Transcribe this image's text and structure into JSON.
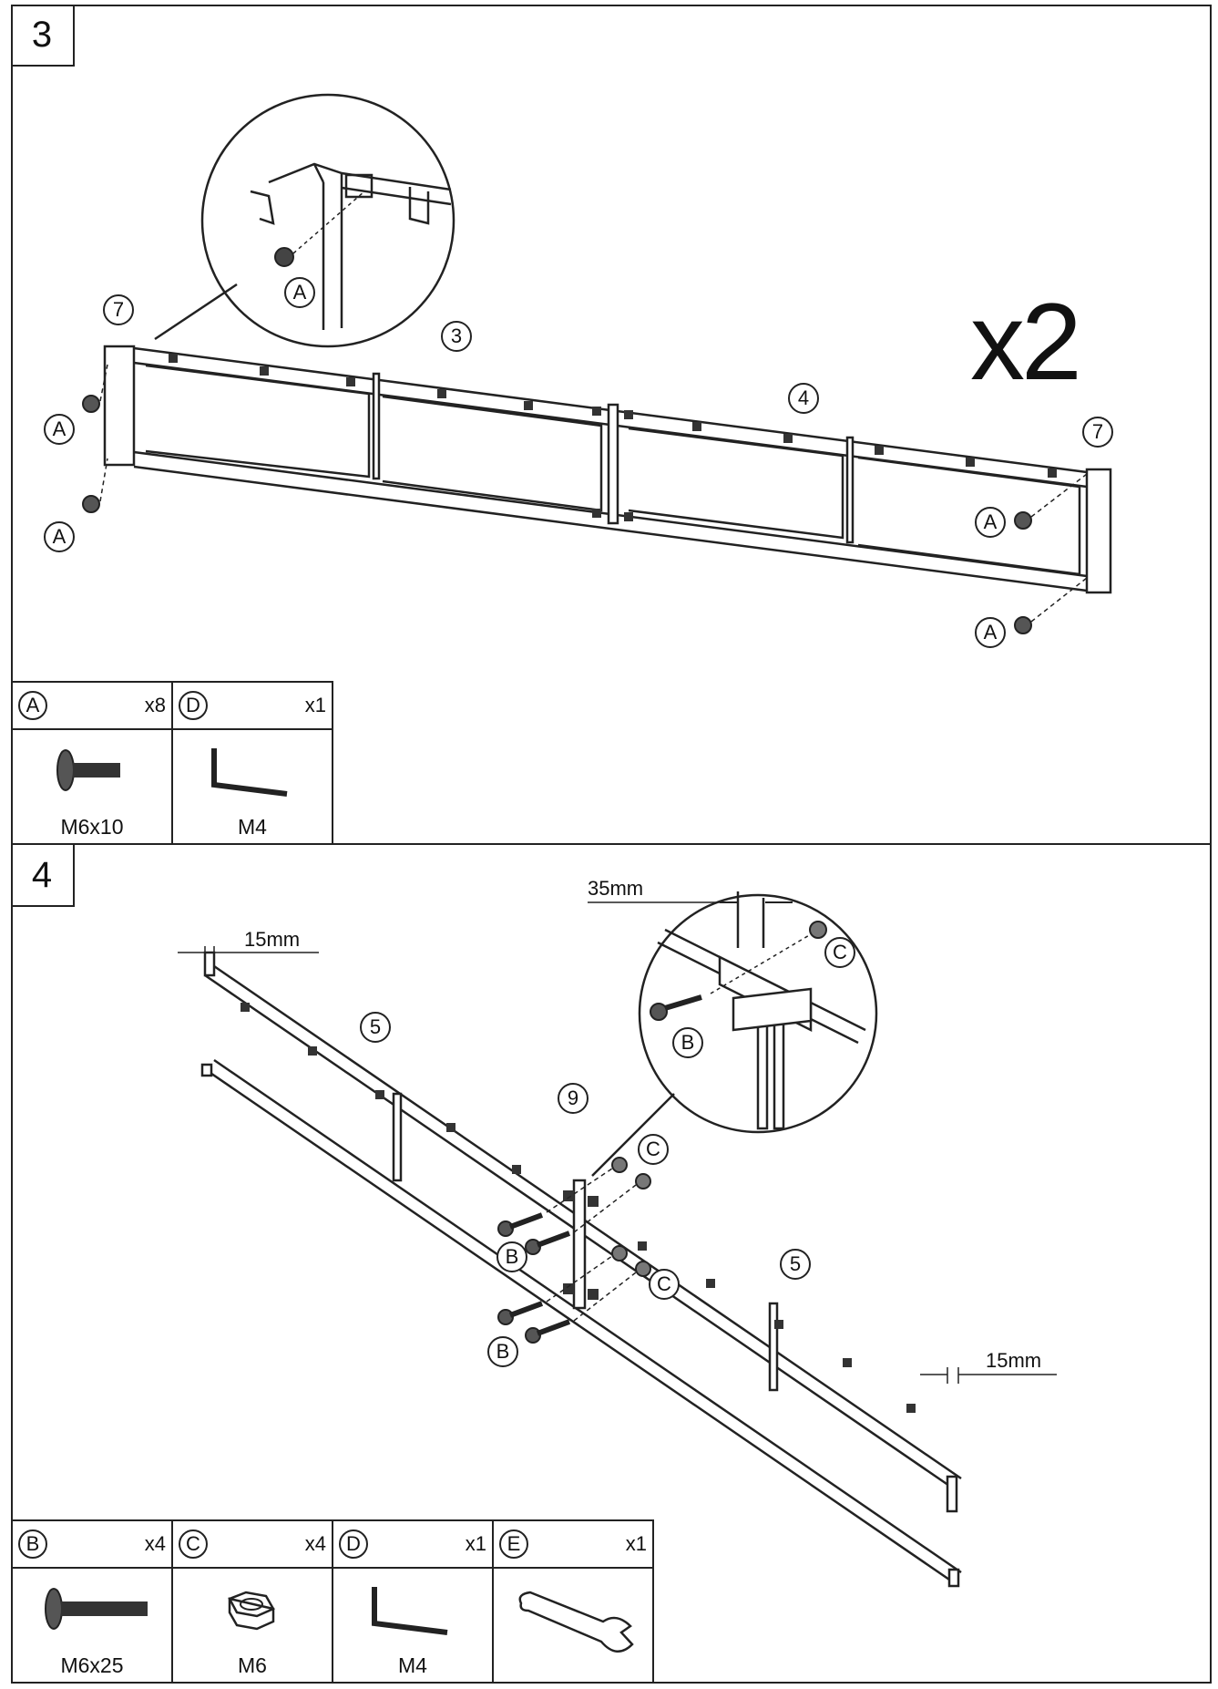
{
  "step3": {
    "number": "3",
    "multiplier": "x2",
    "labels": {
      "part7": "7",
      "part3": "3",
      "part4": "4",
      "screw": "A"
    },
    "parts": [
      {
        "letter": "A",
        "qty": "x8",
        "name": "M6x10",
        "icon": "bolt-icon"
      },
      {
        "letter": "D",
        "qty": "x1",
        "name": "M4",
        "icon": "allen-key-icon"
      }
    ]
  },
  "step4": {
    "number": "4",
    "labels": {
      "part5": "5",
      "part9": "9",
      "bolt": "B",
      "nut": "C",
      "dim_35": "35mm",
      "dim_15": "15mm"
    },
    "parts": [
      {
        "letter": "B",
        "qty": "x4",
        "name": "M6x25",
        "icon": "long-bolt-icon"
      },
      {
        "letter": "C",
        "qty": "x4",
        "name": "M6",
        "icon": "nut-icon"
      },
      {
        "letter": "D",
        "qty": "x1",
        "name": "M4",
        "icon": "allen-key-icon"
      },
      {
        "letter": "E",
        "qty": "x1",
        "name": "",
        "icon": "wrench-icon"
      }
    ]
  }
}
